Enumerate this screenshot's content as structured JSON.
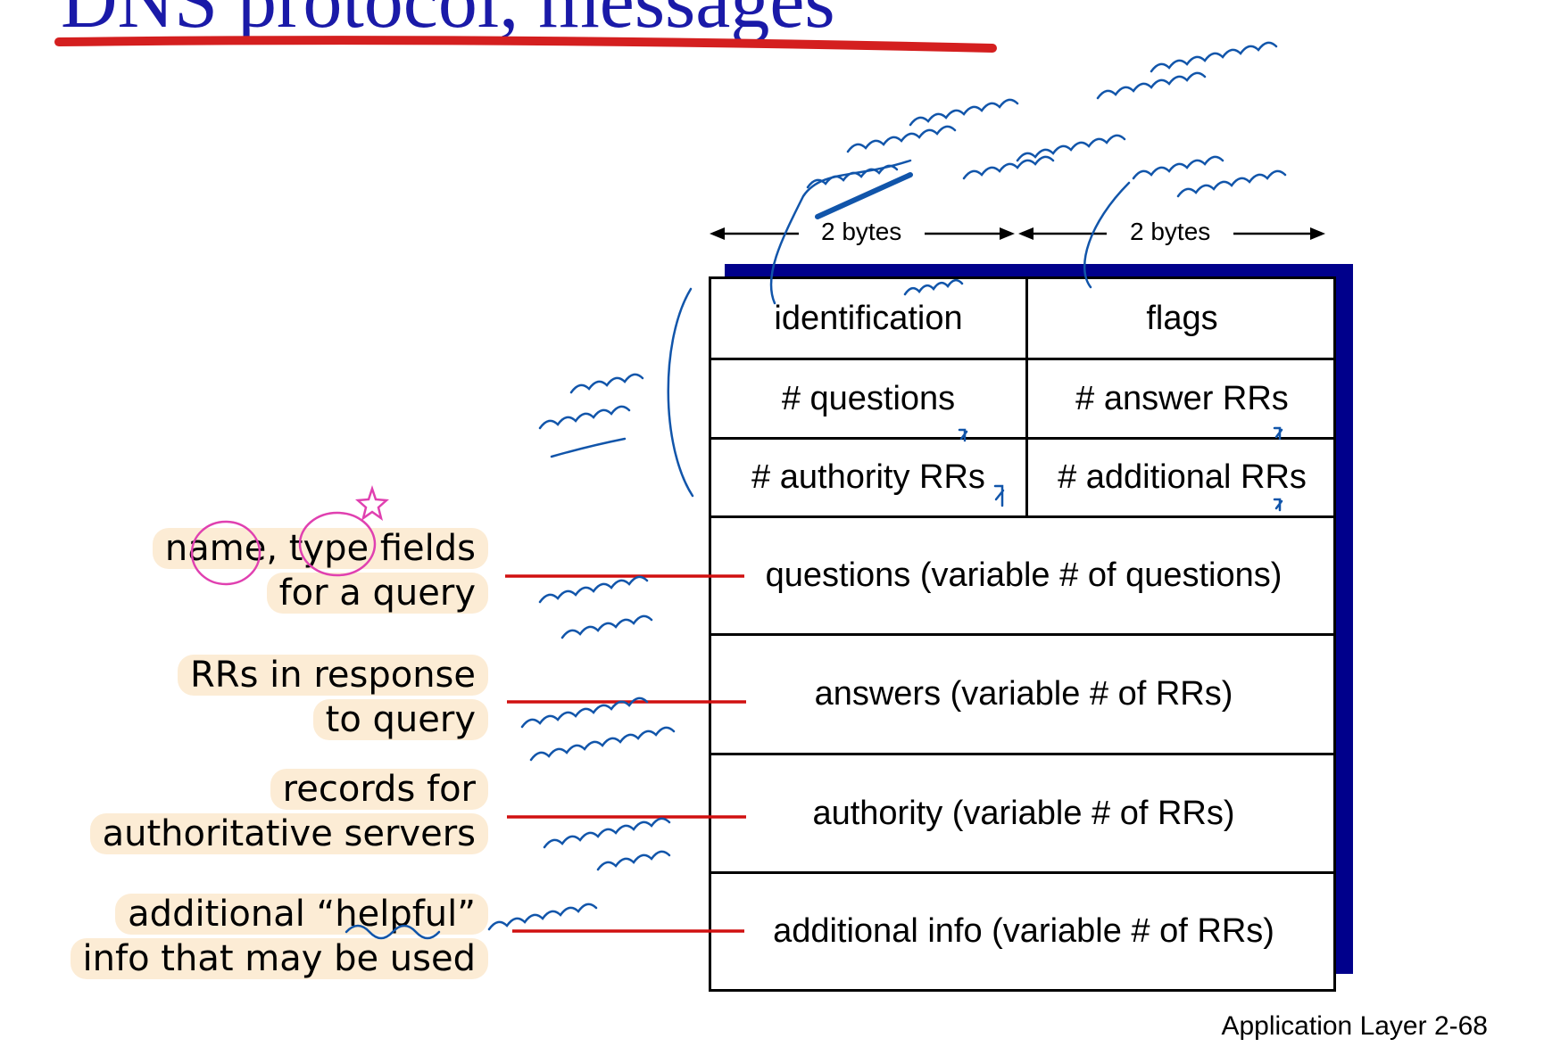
{
  "slide": {
    "title": "DNS protocol, messages",
    "footer": "Application Layer 2-68"
  },
  "byte_labels": [
    "2 bytes",
    "2 bytes"
  ],
  "header_fields": [
    [
      "identification",
      "flags"
    ],
    [
      "# questions",
      "# answer RRs"
    ],
    [
      "# authority RRs",
      "# additional RRs"
    ]
  ],
  "sections": [
    "questions (variable # of questions)",
    "answers (variable # of RRs)",
    "authority (variable # of RRs)",
    "additional info (variable # of RRs)"
  ],
  "labels": [
    [
      "name, type fields",
      "for a query"
    ],
    [
      "RRs in response",
      "to query"
    ],
    [
      "records for",
      "authoritative servers"
    ],
    [
      "additional “helpful”",
      "info that may be used"
    ]
  ],
  "colors": {
    "title": "#1a1aa8",
    "title_underline": "#d41f1f",
    "shadow": "#00008b",
    "pointer_lines": "#d01010",
    "ink": "#1155aa",
    "pink_ink": "#e040b0",
    "highlight": "#fae2be"
  }
}
